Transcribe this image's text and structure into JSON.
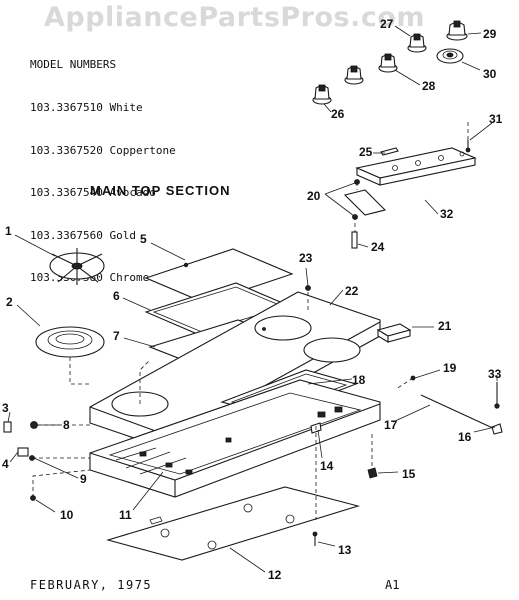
{
  "watermark": "AppliancePartsPros.com",
  "model_numbers": {
    "heading": "MODEL NUMBERS",
    "models": [
      "103.3367510 White",
      "103.3367520 Coppertone",
      "103.3367540 Avocado",
      "103.3367560 Gold",
      "103.3367580 Chrome"
    ]
  },
  "section_title": "MAIN TOP SECTION",
  "callouts": [
    "1",
    "2",
    "3",
    "4",
    "5",
    "6",
    "7",
    "8",
    "9",
    "10",
    "11",
    "12",
    "13",
    "14",
    "15",
    "16",
    "17",
    "18",
    "19",
    "20",
    "21",
    "22",
    "23",
    "24",
    "25",
    "26",
    "27",
    "28",
    "29",
    "30",
    "31",
    "32",
    "33"
  ],
  "footer": {
    "date": "FEBRUARY, 1975",
    "page": "A1"
  }
}
